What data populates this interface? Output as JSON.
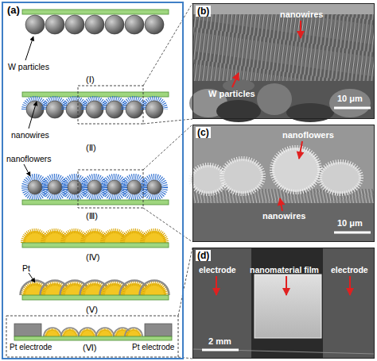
{
  "diagram": {
    "nodes": [
      {
        "text": [
          "(a)"
        ]
      },
      {
        "text": [
          "(b)"
        ]
      },
      {
        "text": [
          "(c)"
        ]
      },
      {
        "text": [
          "(d)"
        ]
      }
    ],
    "labels": [
      "W particles",
      "(Ⅰ)",
      "nanowires",
      "(Ⅱ)",
      "nanoflowers",
      "(Ⅲ)",
      "(Ⅳ)",
      "Pt",
      "(Ⅴ)",
      "Pt electrode",
      "Pt electrode",
      "(Ⅵ)",
      "nanowires",
      "W particles",
      "10 μm",
      "nanoflowers",
      "nanowires",
      "10 μm",
      "electrode",
      "nanomaterial film",
      "electrode",
      "2 mm"
    ]
  }
}
